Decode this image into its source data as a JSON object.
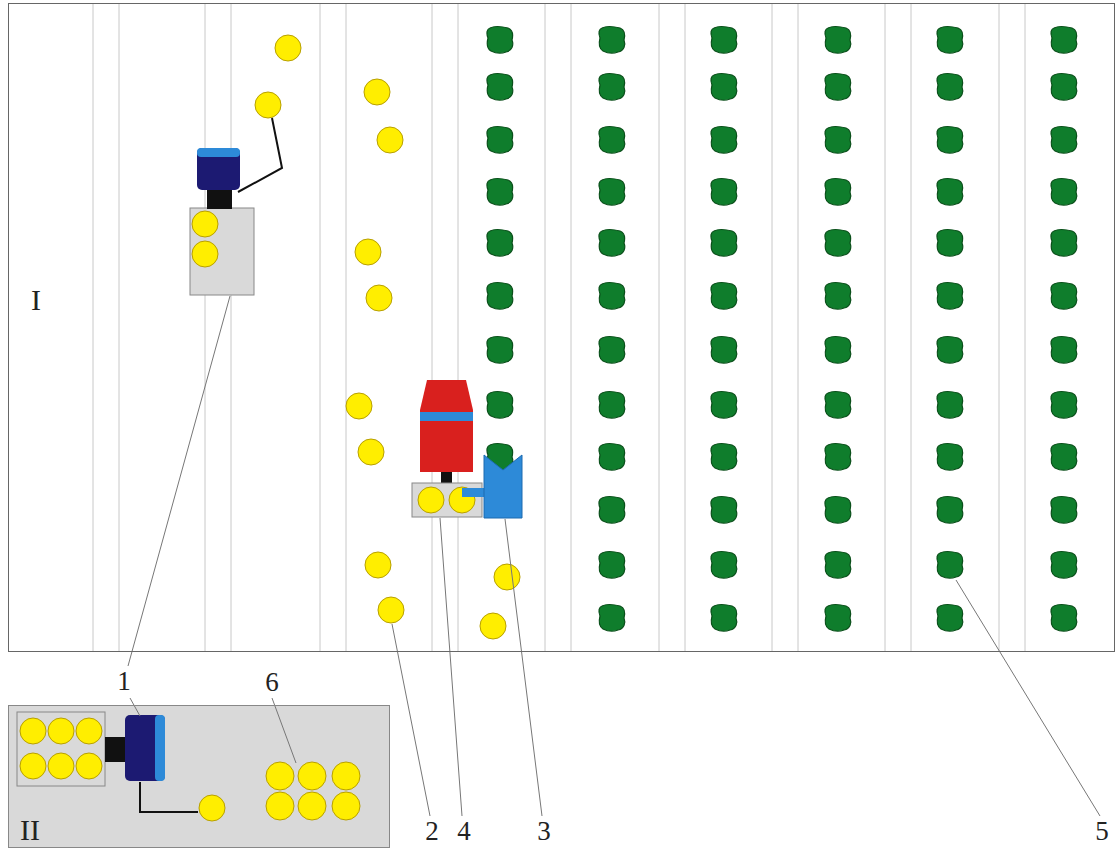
{
  "diagram": {
    "nodes": [
      {
        "text": [
          "I"
        ]
      },
      {
        "text": [
          "II"
        ]
      }
    ],
    "labels": [
      "1",
      "6",
      "2",
      "4",
      "3",
      "5"
    ]
  }
}
